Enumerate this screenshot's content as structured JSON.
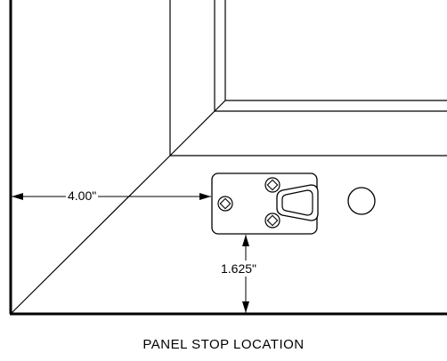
{
  "caption": "PANEL STOP LOCATION",
  "dimensions": {
    "horizontal": "4.00\"",
    "vertical": "1.625\""
  }
}
